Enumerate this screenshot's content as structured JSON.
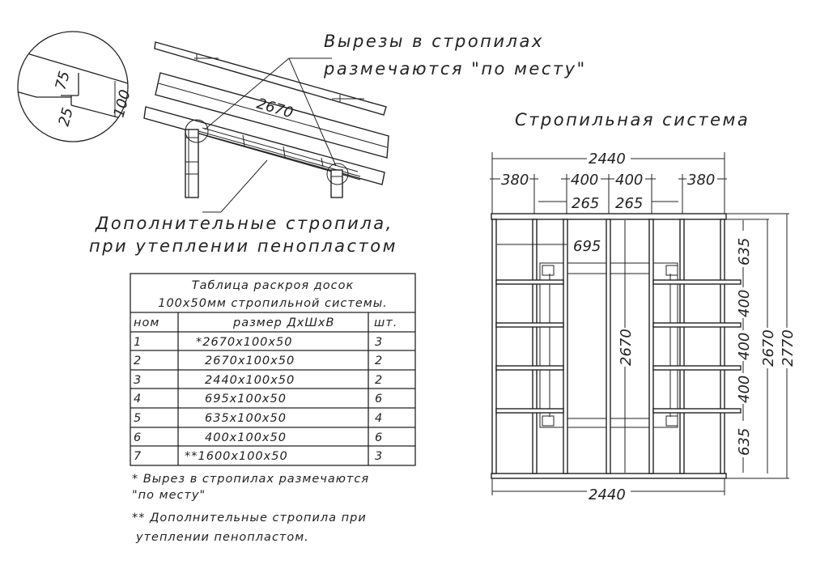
{
  "side_view": {
    "callout_top_line1": "Вырезы в стропилах",
    "callout_top_line2": "размечаются \"по месту\"",
    "rafter_length": "2670",
    "callout_bottom_line1": "Дополнительные стропила,",
    "callout_bottom_line2": "при утеплении пенопластом",
    "detail": {
      "dim_75": "75",
      "dim_25": "25",
      "dim_100": "100"
    }
  },
  "plan_view": {
    "title": "Стропильная система",
    "dims": {
      "top_total": "2440",
      "left_380": "380",
      "mid_400_left": "400",
      "mid_400_right": "400",
      "right_380": "380",
      "left_265": "265",
      "right_265": "265",
      "span_695": "695",
      "center_2670": "2670",
      "right_635_top": "635",
      "right_400_a": "400",
      "right_400_b": "400",
      "right_400_c": "400",
      "right_635_bottom": "635",
      "right_2670": "2670",
      "right_2770": "2770",
      "bottom_total": "2440"
    }
  },
  "table": {
    "title_line1": "Таблица раскроя досок",
    "title_line2": "100х50мм стропильной системы.",
    "headers": [
      "ном",
      "размер ДхШхВ",
      "шт."
    ],
    "rows": [
      [
        "1",
        "*2670х100х50",
        "3"
      ],
      [
        "2",
        "2670х100х50",
        "2"
      ],
      [
        "3",
        "2440х100х50",
        "2"
      ],
      [
        "4",
        "695х100х50",
        "6"
      ],
      [
        "5",
        "635х100х50",
        "4"
      ],
      [
        "6",
        "400х100х50",
        "6"
      ],
      [
        "7",
        "**1600х100х50",
        "3"
      ]
    ]
  },
  "notes": {
    "note1_line1": "* Вырез в стропилах размечаются",
    "note1_line2": "\"по месту\"",
    "note2_line1": "** Дополнительные стропила при",
    "note2_line2": "утеплении пенопластом."
  }
}
